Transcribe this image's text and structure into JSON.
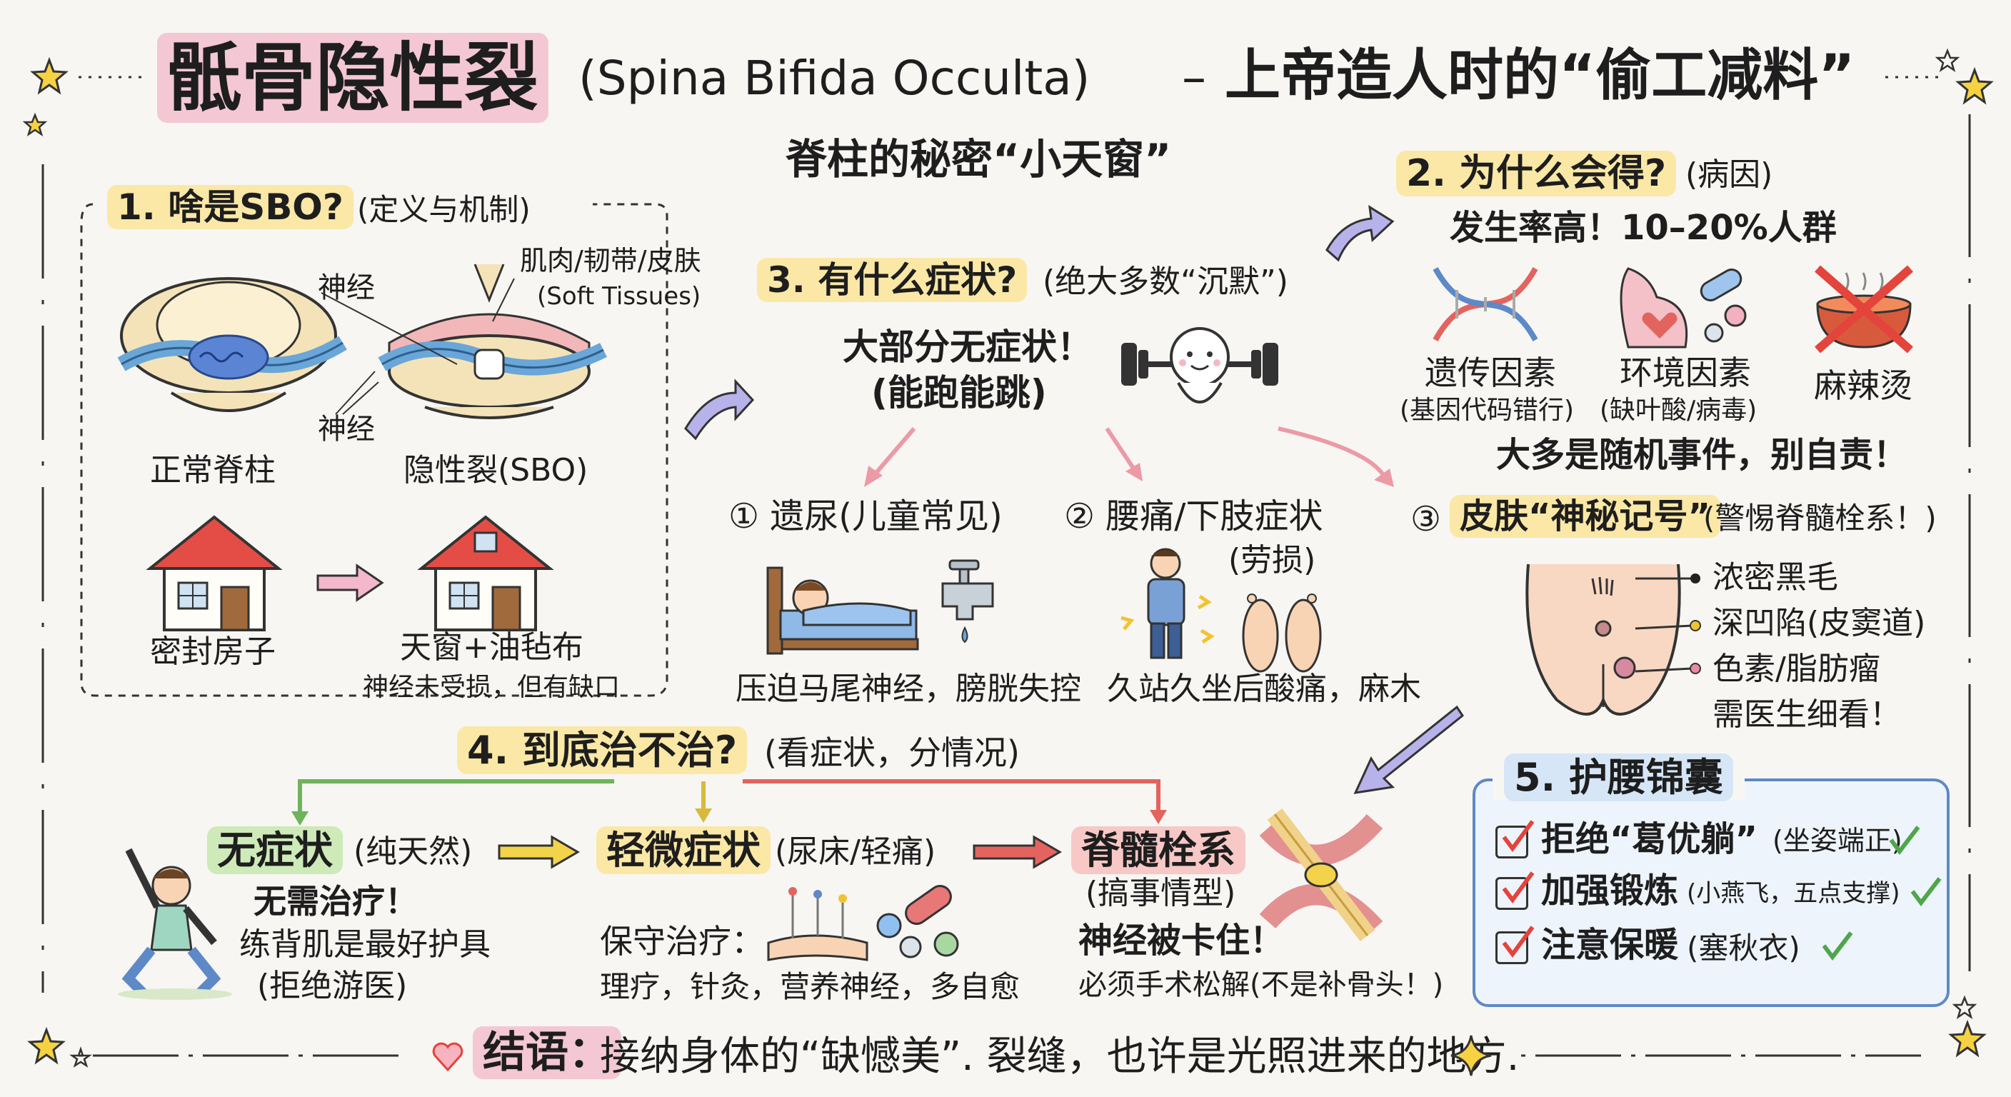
{
  "colors": {
    "background": "#f7f6f3",
    "yellow_highlight": "#fbe8a6",
    "green_highlight": "#cdeab8",
    "red_highlight": "#f7c8c6",
    "arrow_purple": "#9a94d8",
    "arrow_pink": "#ec9aa6",
    "arrow_green": "#6fb35a",
    "arrow_yellow": "#f3d34a",
    "arrow_red": "#e3645f",
    "tips_box_border": "#5e89c7",
    "tips_box_bg": "#eef4fb"
  },
  "title": {
    "main": "骶骨隐性裂",
    "latin": "(Spina Bifida Occulta)",
    "dash": "–",
    "tagline": "上帝造人时的“偷工减料”",
    "subtitle": "脊柱的秘密“小天窗”"
  },
  "section1": {
    "title": "1. 啥是SBO?",
    "note": "(定义与机制)",
    "label_nerve_top": "神经",
    "label_nerve_bottom": "神经",
    "label_tissues": "肌肉/韧带/皮肤",
    "label_tissues_en": "(Soft Tissues)",
    "caption_normal": "正常脊柱",
    "caption_sbo": "隐性裂(SBO)",
    "caption_house": "密封房子",
    "caption_skylight": "天窗+油毡布",
    "caption_skylight_note": "神经未受损，但有缺口"
  },
  "section2": {
    "title": "2. 为什么会得?",
    "note": "(病因)",
    "incidence": "发生率高！10–20%人群",
    "cause1_title": "遗传因素",
    "cause1_note": "(基因代码错行)",
    "cause2_title": "环境因素",
    "cause2_note": "(缺叶酸/病毒)",
    "cause3_title": "麻辣烫",
    "conclusion": "大多是随机事件，别自责！"
  },
  "section3": {
    "title": "3. 有什么症状?",
    "note": "(绝大多数“沉默”)",
    "main_line1": "大部分无症状！",
    "main_line2": "(能跑能跳)",
    "s1_title": "① 遗尿(儿童常见)",
    "s1_note": "压迫马尾神经，膀胱失控",
    "s2_title": "② 腰痛/下肢症状",
    "s2_sub": "(劳损)",
    "s2_note": "久站久坐后酸痛，麻木",
    "s3_prefix": "③",
    "s3_title": "皮肤“神秘记号”",
    "s3_note": "(警惕脊髓栓系！)",
    "skin1": "浓密黑毛",
    "skin2": "深凹陷(皮窦道)",
    "skin3": "色素/脂肪瘤",
    "skin4": "需医生细看！"
  },
  "section4": {
    "title": "4. 到底治不治?",
    "note": "(看症状，分情况)",
    "b1_title": "无症状",
    "b1_note": "(纯天然)",
    "b1_l1": "无需治疗！",
    "b1_l2": "练背肌是最好护具",
    "b1_l3": "(拒绝游医)",
    "b2_title": "轻微症状",
    "b2_note": "(尿床/轻痛)",
    "b2_l1": "保守治疗：",
    "b2_l2": "理疗，针灸，营养神经，多自愈",
    "b3_title": "脊髓栓系",
    "b3_l0": "(搞事情型)",
    "b3_l1": "神经被卡住！",
    "b3_l2": "必须手术松解(不是补骨头！)"
  },
  "section5": {
    "title": "5. 护腰锦囊",
    "items": [
      {
        "main": "拒绝“葛优躺”",
        "note": "(坐姿端正)"
      },
      {
        "main": "加强锻炼",
        "note": "(小燕飞，五点支撑)"
      },
      {
        "main": "注意保暖",
        "note": "(塞秋衣)"
      }
    ]
  },
  "footer": {
    "label": "结语：",
    "text": "接纳身体的“缺憾美”. 裂缝，也许是光照进来的地方."
  }
}
